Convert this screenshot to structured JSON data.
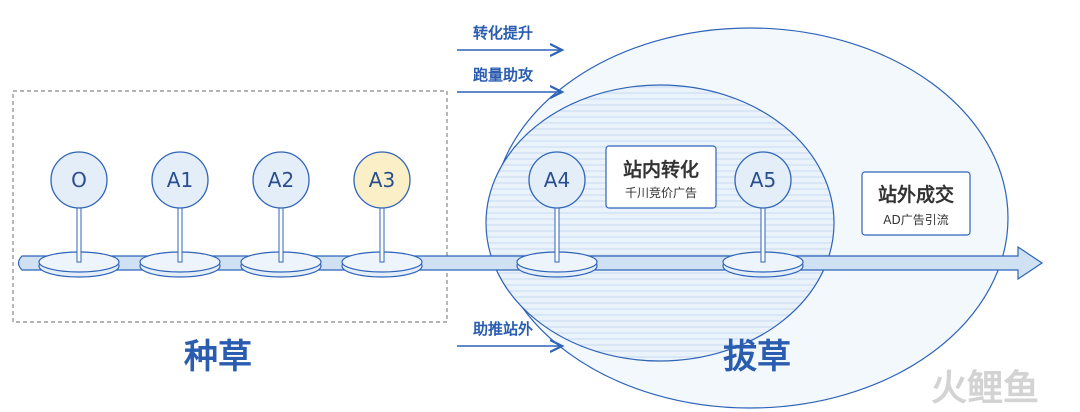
{
  "arrows_above": [
    {
      "label": "转化提升"
    },
    {
      "label": "跑量助攻"
    }
  ],
  "arrow_below": {
    "label": "助推站外"
  },
  "pins": [
    {
      "label": "O",
      "highlight": false
    },
    {
      "label": "A1",
      "highlight": false
    },
    {
      "label": "A2",
      "highlight": false
    },
    {
      "label": "A3",
      "highlight": true
    },
    {
      "label": "A4",
      "highlight": false
    },
    {
      "label": "A5",
      "highlight": false
    }
  ],
  "inner_box": {
    "title": "站内转化",
    "subtitle": "千川竞价广告"
  },
  "outer_box": {
    "title": "站外成交",
    "subtitle": "AD广告引流"
  },
  "section_left": {
    "label": "种草"
  },
  "section_right": {
    "label": "拔草"
  },
  "watermark": {
    "text": "火鲤鱼"
  },
  "colors": {
    "stroke": "#2f64b8",
    "text": "#2a5db0",
    "pin_fill": "#e3eef9",
    "pin_highlight_fill": "#fbefc7",
    "track_fill": "#cfe1f3",
    "oval_fill": "#f3f8fd",
    "watermark_red": "#e43a2b",
    "watermark_gray": "#c5c5c5"
  }
}
